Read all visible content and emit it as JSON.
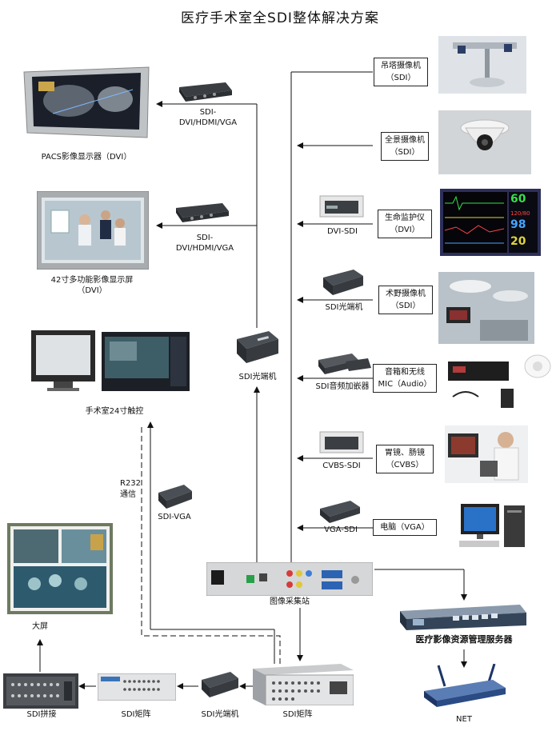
{
  "title": "医疗手术室全SDI整体解决方案",
  "left_column": {
    "pacs_converter": {
      "line1": "SDI-",
      "line2": "DVI/HDMI/VGA"
    },
    "pacs_display": "PACS影像显示器（DVI）",
    "screen42_converter": {
      "line1": "SDI-",
      "line2": "DVI/HDMI/VGA"
    },
    "screen42_display": {
      "line1": "42寸多功能影像显示屏",
      "line2": "（DVI）"
    },
    "touch_panel": "手术室24寸触控",
    "sdi_optical_center": "SDI光端机",
    "rs232": {
      "line1": "R232",
      "line2": "通信"
    },
    "sdi_vga": "SDI-VGA"
  },
  "right_column": {
    "boom_camera": {
      "line1": "吊塔摄像机",
      "line2": "（SDI）"
    },
    "panorama_camera": {
      "line1": "全景摄像机",
      "line2": "（SDI）"
    },
    "dvi_sdi": "DVI-SDI",
    "vital_monitor": {
      "line1": "生命监护仪",
      "line2": "（DVI）"
    },
    "sdi_optical": "SDI光端机",
    "surgical_camera": {
      "line1": "术野摄像机",
      "line2": "（SDI）"
    },
    "audio_embedder": "SDI音频加嵌器",
    "speaker_mic": {
      "line1": "音箱和无线",
      "line2": "MIC（Audio）"
    },
    "cvbs_sdi": "CVBS-SDI",
    "endoscope": {
      "line1": "胃镜、肠镜",
      "line2": "（CVBS）"
    },
    "vga_sdi": "VGA-SDI",
    "computer": "电脑（VGA）"
  },
  "bottom": {
    "capture_station": "图像采集站",
    "server": "医疗影像资源管理服务器",
    "net": "NET",
    "big_screen": "大屏",
    "sdi_splice": "SDI拼接",
    "sdi_matrix_small": "SDI矩阵",
    "sdi_optical_bottom": "SDI光端机",
    "sdi_matrix_main": "SDI矩阵"
  },
  "monitor_readings": [
    "60",
    "98",
    "20",
    "120/80"
  ]
}
